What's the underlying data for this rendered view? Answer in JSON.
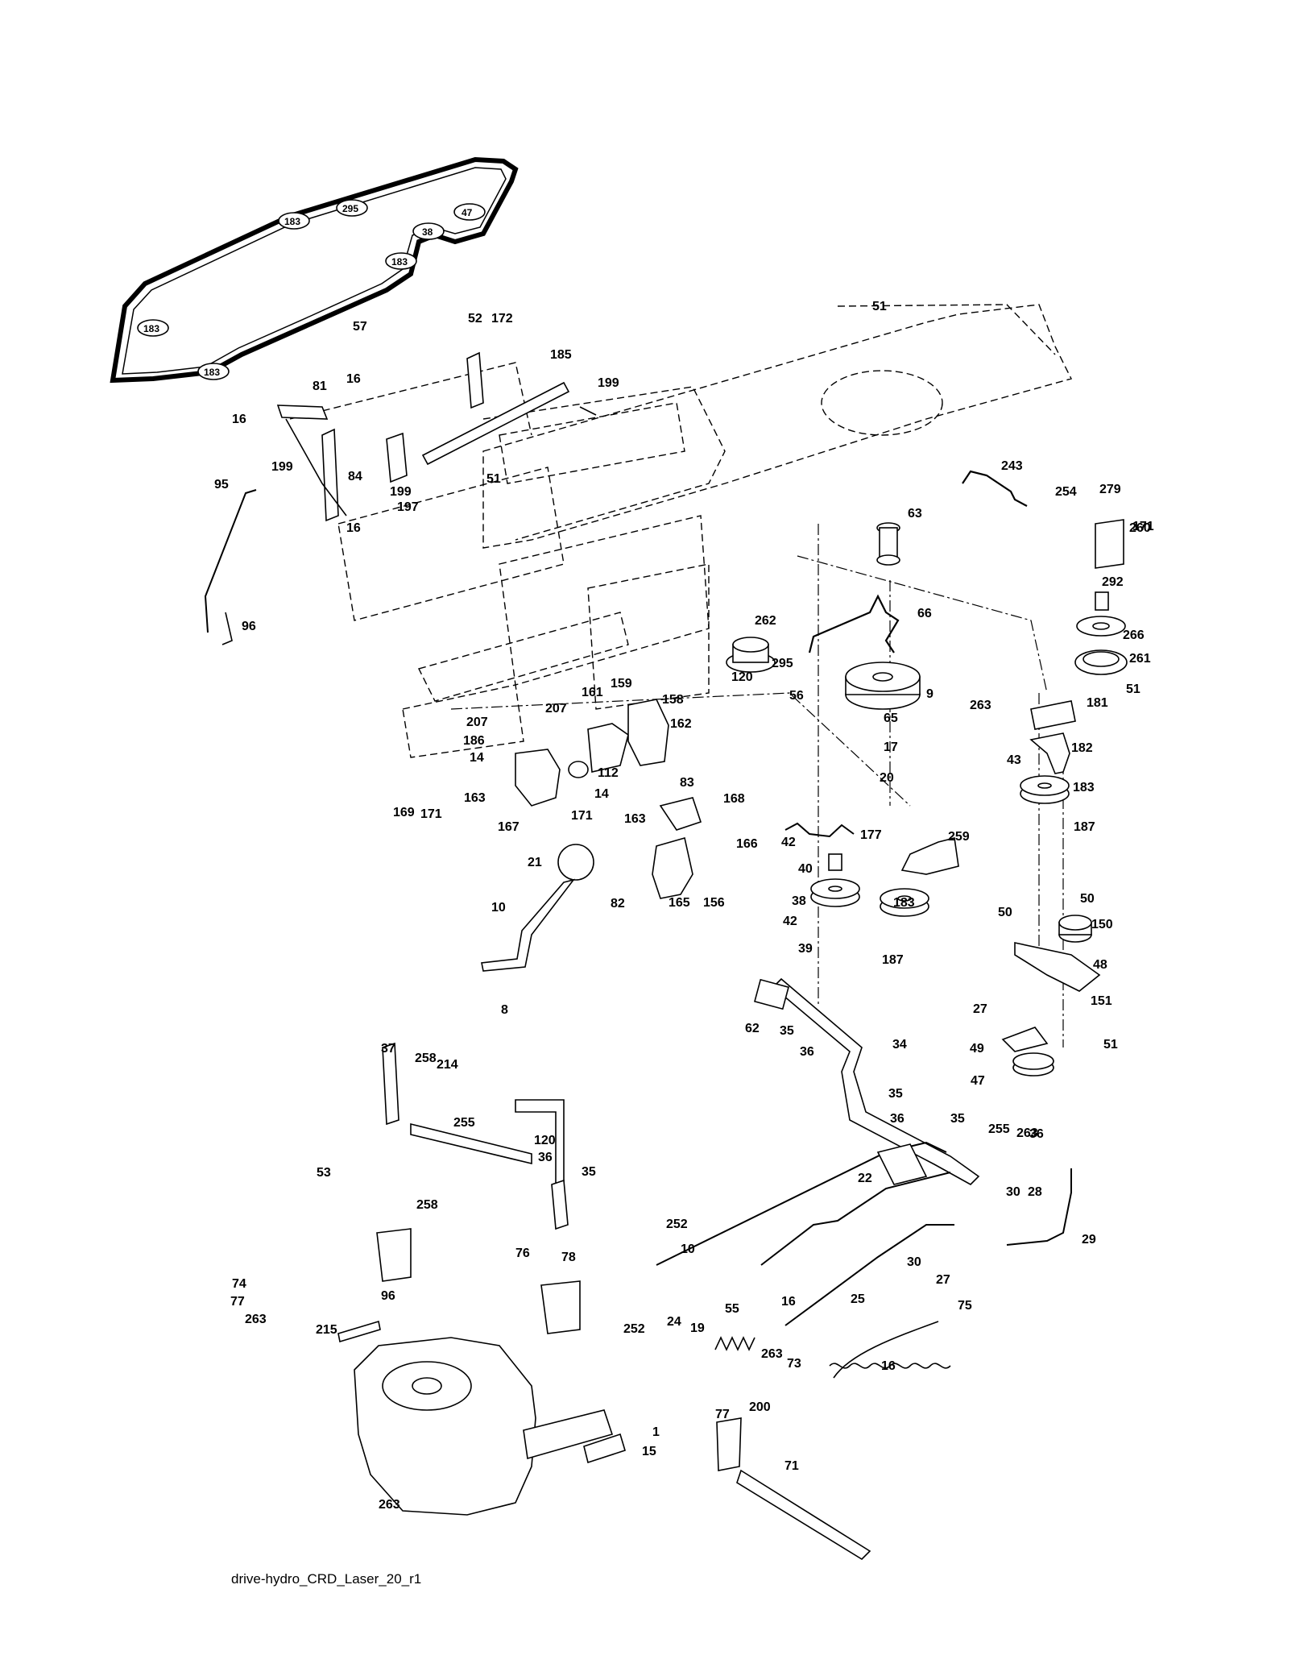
{
  "caption": "drive-hydro_CRD_Laser_20_r1",
  "belt_tags": [
    "183",
    "295",
    "47",
    "183",
    "38",
    "183",
    "183"
  ],
  "callouts": [
    "57",
    "52",
    "172",
    "185",
    "199",
    "81",
    "16",
    "16",
    "199",
    "84",
    "16",
    "199",
    "197",
    "51",
    "95",
    "96",
    "51",
    "243",
    "254",
    "279",
    "260",
    "171",
    "63",
    "292",
    "266",
    "261",
    "51",
    "262",
    "295",
    "66",
    "120",
    "56",
    "9",
    "263",
    "181",
    "65",
    "17",
    "20",
    "182",
    "43",
    "183",
    "187",
    "161",
    "159",
    "158",
    "207",
    "162",
    "207",
    "186",
    "14",
    "112",
    "14",
    "163",
    "163",
    "83",
    "169",
    "171",
    "167",
    "171",
    "177",
    "259",
    "42",
    "40",
    "168",
    "166",
    "21",
    "82",
    "165",
    "156",
    "38",
    "183",
    "42",
    "39",
    "187",
    "10",
    "8",
    "50",
    "50",
    "150",
    "48",
    "27",
    "151",
    "62",
    "35",
    "36",
    "34",
    "49",
    "51",
    "47",
    "255",
    "35",
    "36",
    "37",
    "258",
    "214",
    "36",
    "35",
    "255",
    "120",
    "36",
    "35",
    "263",
    "30",
    "28",
    "53",
    "258",
    "22",
    "29",
    "252",
    "10",
    "16",
    "30",
    "27",
    "76",
    "78",
    "75",
    "74",
    "77",
    "263",
    "215",
    "96",
    "252",
    "25",
    "24",
    "19",
    "55",
    "263",
    "73",
    "16",
    "77",
    "200",
    "1",
    "15",
    "71",
    "263"
  ]
}
